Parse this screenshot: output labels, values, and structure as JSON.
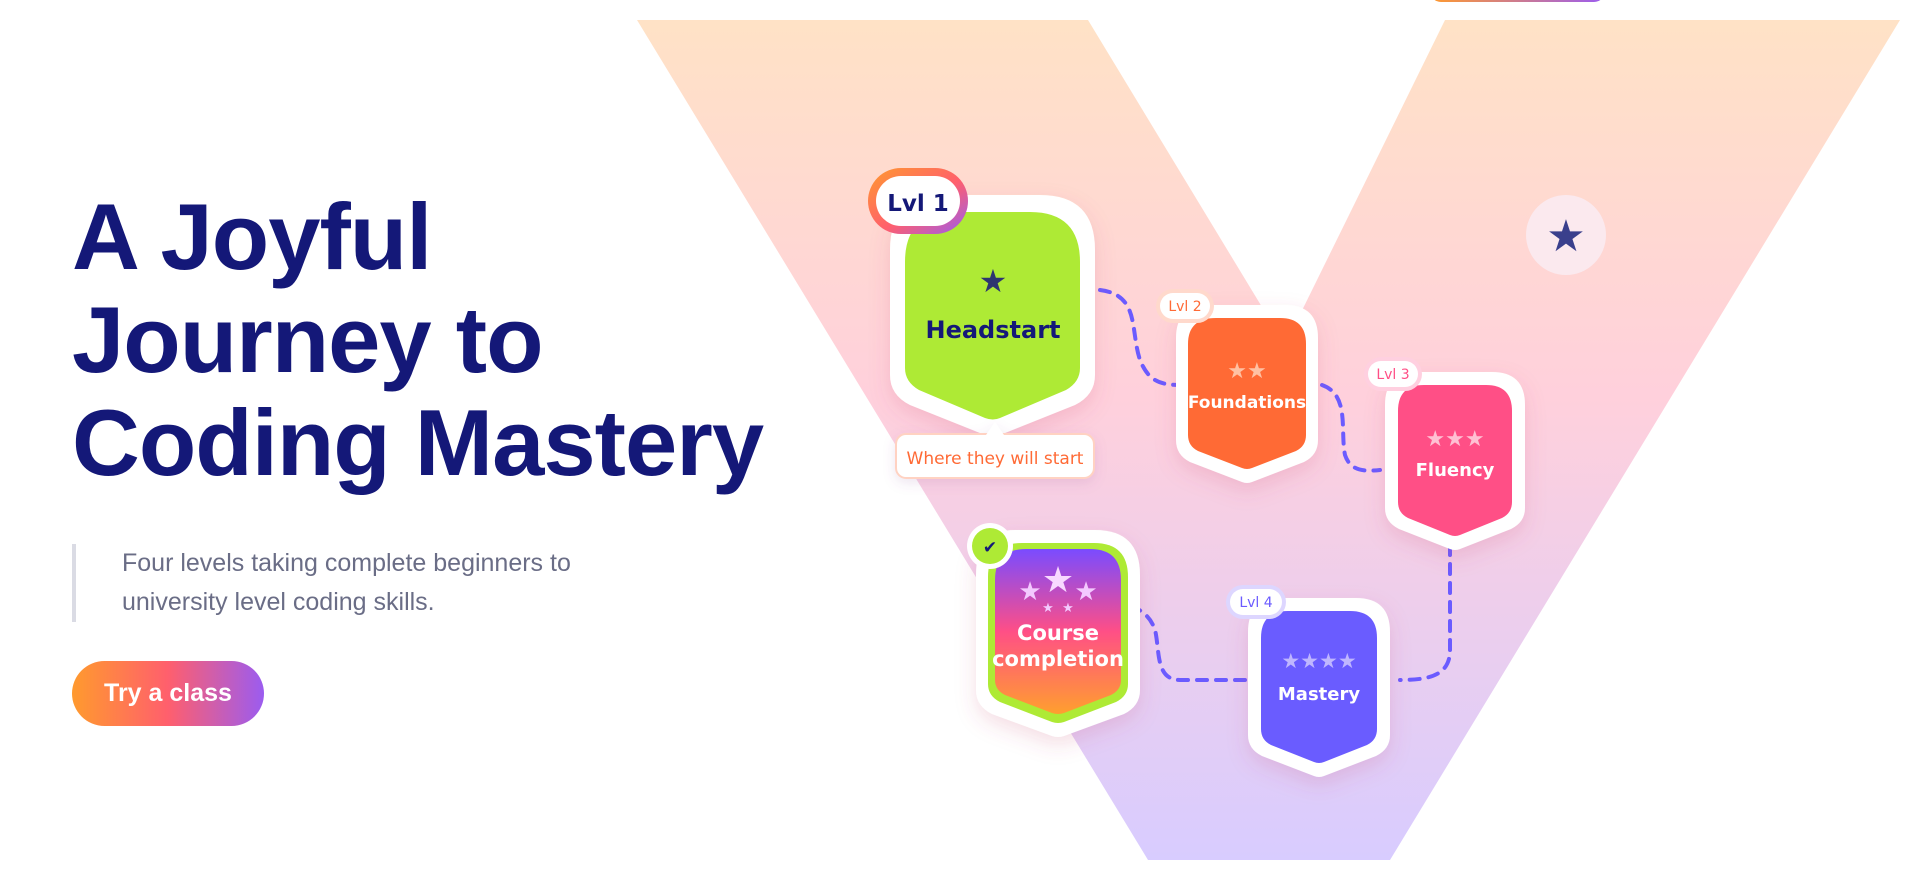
{
  "hero": {
    "title": "A Joyful\nJourney to\nCoding Mastery",
    "subtitle": "Four levels taking complete beginners to university level coding skills.",
    "cta_label": "Try a class"
  },
  "levels": [
    {
      "level_tag": "Lvl 1",
      "name": "Headstart",
      "stars": "★",
      "note": "Where they will start",
      "color": "#aeea35"
    },
    {
      "level_tag": "Lvl 2",
      "name": "Foundations",
      "stars": "★★",
      "color": "#ff6a36"
    },
    {
      "level_tag": "Lvl 3",
      "name": "Fluency",
      "stars": "★★★",
      "color": "#ff4f86"
    },
    {
      "level_tag": "Lvl 4",
      "name": "Mastery",
      "stars": "★★★★",
      "color": "#6b5bff"
    }
  ],
  "completion": {
    "name_line1": "Course",
    "name_line2": "completion",
    "check": "✔"
  },
  "decor": {
    "star": "★"
  },
  "colors": {
    "title": "#141878",
    "subtitle": "#6a6d86",
    "path": "#6b5bff"
  }
}
